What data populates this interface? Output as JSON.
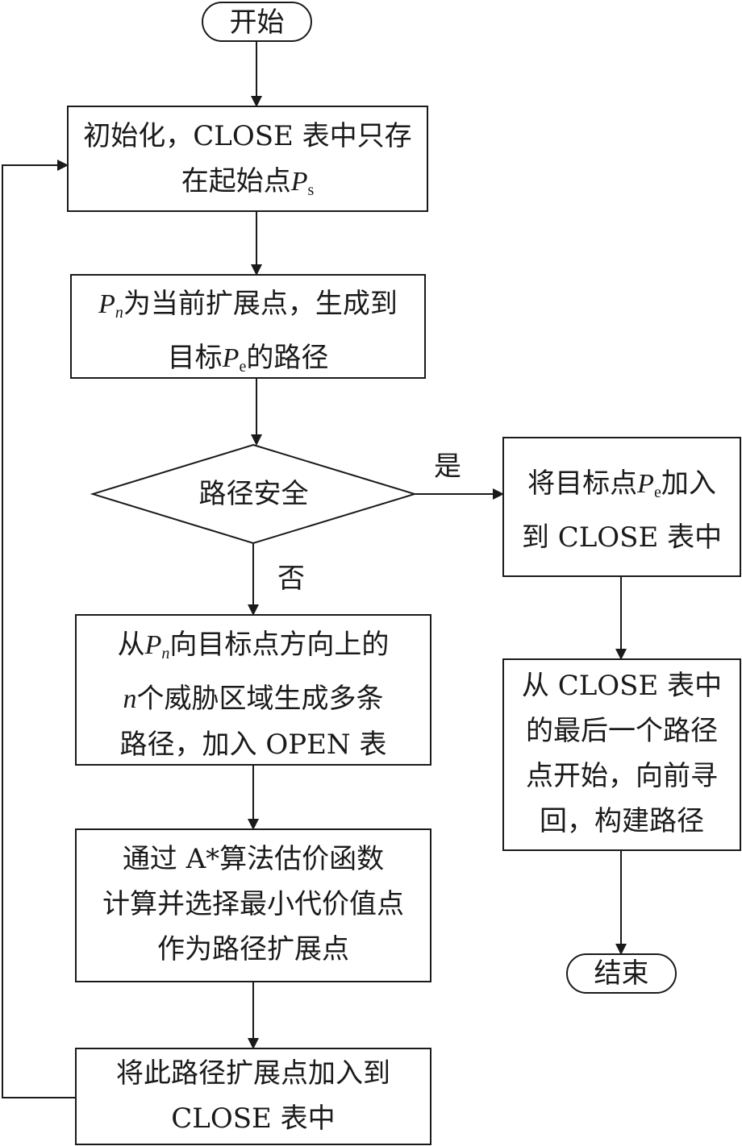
{
  "nodes": {
    "start": "开始",
    "init": {
      "line1": "初始化，CLOSE 表中只存",
      "line2_prefix": "在起始点",
      "var": "P",
      "sub": "s"
    },
    "expand": {
      "var": "P",
      "sub": "n",
      "line1_suffix": "为当前扩展点，生成到",
      "line2_prefix": "目标",
      "line2_var": "P",
      "line2_sub": "e",
      "line2_suffix": "的路径"
    },
    "decision": "路径安全",
    "yes_label": "是",
    "no_label": "否",
    "add_target": {
      "line1_prefix": "将目标点",
      "var": "P",
      "sub": "e",
      "line1_suffix": "加入",
      "line2": "到 CLOSE 表中"
    },
    "threat": {
      "line1_prefix": "从",
      "var": "P",
      "sub": "n",
      "line1_suffix": "向目标点方向上的",
      "line2_var": "n",
      "line2_suffix": "个威胁区域生成多条",
      "line3": "路径，加入 OPEN 表"
    },
    "astar": {
      "line1": "通过 A*算法估价函数",
      "line2": "计算并选择最小代价值点",
      "line3": "作为路径扩展点"
    },
    "add_point": {
      "line1": "将此路径扩展点加入到",
      "line2": "CLOSE 表中"
    },
    "backtrack": {
      "line1": "从 CLOSE 表中",
      "line2": "的最后一个路径",
      "line3": "点开始，向前寻",
      "line4": "回，构建路径"
    },
    "end": "结束"
  }
}
